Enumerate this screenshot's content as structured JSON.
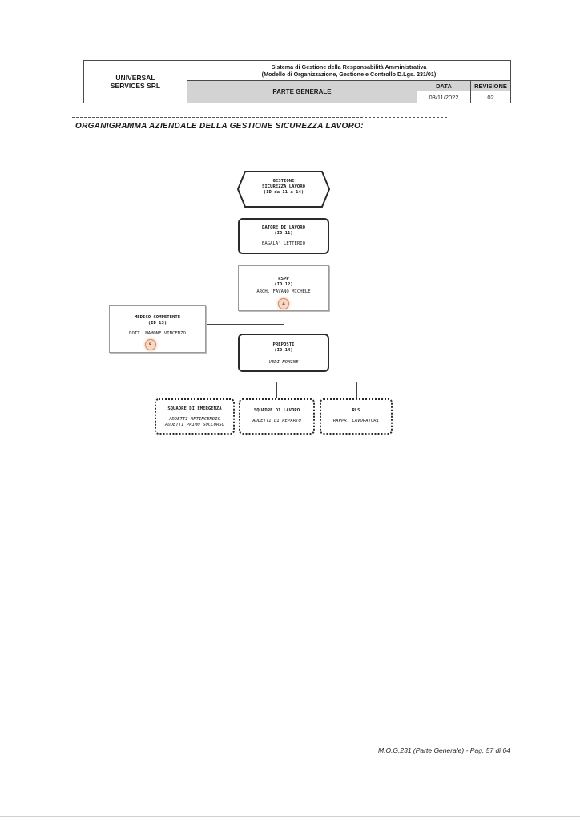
{
  "header": {
    "company": "UNIVERSAL\nSERVICES SRL",
    "system_line1": "Sistema di Gestione della Responsabilità Amministrativa",
    "system_line2": "(Modello di Organizzazione, Gestione e Controllo D.Lgs. 231/01)",
    "section": "PARTE GENERALE",
    "date_label": "DATA",
    "revision_label": "REVISIONE",
    "date_value": "03/11/2022",
    "revision_value": "02"
  },
  "title": "ORGANIGRAMMA AZIENDALE DELLA GESTIONE SICUREZZA LAVORO:",
  "chart": {
    "root": {
      "line1": "GESTIONE",
      "line2": "SICUREZZA LAVORO",
      "line3": "(ID da 11 a 14)"
    },
    "datore": {
      "title": "DATORE DI LAVORO",
      "id": "(ID 11)",
      "name": "BAGALA' LETTERIO"
    },
    "rspp": {
      "title": "RSPP",
      "id": "(ID 12)",
      "name": "ARCH. FAVANO MICHELE",
      "badge": "4"
    },
    "medico": {
      "title": "MEDICO COMPETENTE",
      "id": "(ID 13)",
      "name": "DOTT. MAMONE VINCENZO",
      "badge": "5"
    },
    "preposti": {
      "title": "PREPOSTI",
      "id": "(ID 14)",
      "name": "VEDI NOMINE"
    },
    "squadre_emergenza": {
      "title": "SQUADRE DI EMERGENZA",
      "line1": "ADDETTI ANTINCENDIO",
      "line2": "ADDETTI PRIMO SOCCORSO"
    },
    "squadre_lavoro": {
      "title": "SQUADRE DI LAVORO",
      "line1": "ADDETTI DI REPARTO"
    },
    "rls": {
      "title": "RLS",
      "line1": "RAPPR. LAVORATORI"
    }
  },
  "footer": "M.O.G.231 (Parte Generale) - Pag. 57 di 64"
}
